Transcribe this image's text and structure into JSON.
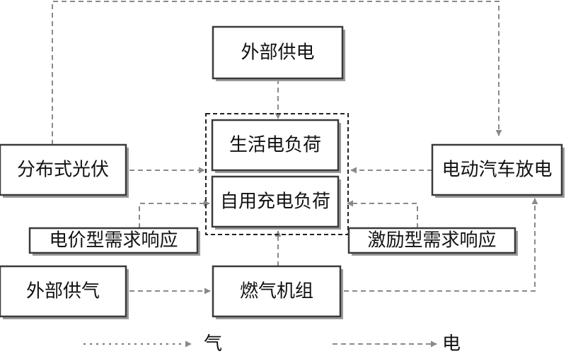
{
  "nodes": {
    "external_power": "外部供电",
    "living_load": "生活电负荷",
    "charging_load": "自用充电负荷",
    "pv": "分布式光伏",
    "ev_discharge": "电动汽车放电",
    "price_dr": "电价型需求响应",
    "incentive_dr": "激励型需求响应",
    "external_gas": "外部供气",
    "gas_turbine": "燃气机组"
  },
  "legend": {
    "gas": "气",
    "electricity": "电"
  }
}
